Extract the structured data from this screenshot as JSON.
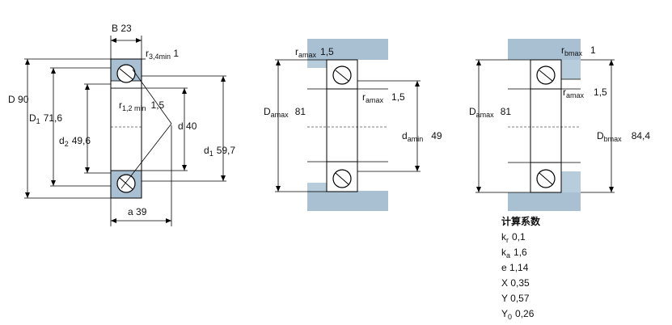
{
  "left": {
    "B": {
      "label": "B",
      "value": "23"
    },
    "r34": {
      "label": "r",
      "sub": "3,4min",
      "value": "1"
    },
    "r12": {
      "label": "r",
      "sub": "1,2 min",
      "value": "1,5"
    },
    "D": {
      "label": "D",
      "value": "90"
    },
    "D1": {
      "label": "D",
      "sub": "1",
      "value": "71,6"
    },
    "d2": {
      "label": "d",
      "sub": "2",
      "value": "49,6"
    },
    "d": {
      "label": "d",
      "value": "40"
    },
    "d1": {
      "label": "d",
      "sub": "1",
      "value": "59,7"
    },
    "a": {
      "label": "a",
      "value": "39"
    }
  },
  "middle": {
    "ra_top": {
      "label": "r",
      "sub": "amax",
      "value": "1,5"
    },
    "ra_side": {
      "label": "r",
      "sub": "amax",
      "value": "1,5"
    },
    "Da": {
      "label": "D",
      "sub": "amax",
      "value": "81"
    },
    "da": {
      "label": "d",
      "sub": "amin",
      "value": "49"
    }
  },
  "right": {
    "rb": {
      "label": "r",
      "sub": "bmax",
      "value": "1"
    },
    "ra": {
      "label": "r",
      "sub": "amax",
      "value": "1,5"
    },
    "Da": {
      "label": "D",
      "sub": "amax",
      "value": "81"
    },
    "Db": {
      "label": "D",
      "sub": "bmax",
      "value": "84,4"
    }
  },
  "factors": {
    "title": "计算系数",
    "kr": {
      "label": "k",
      "sub": "r",
      "value": "0,1"
    },
    "ka": {
      "label": "k",
      "sub": "a",
      "value": "1,6"
    },
    "e": {
      "label": "e",
      "value": "1,14"
    },
    "X": {
      "label": "X",
      "value": "0,35"
    },
    "Y": {
      "label": "Y",
      "value": "0,57"
    },
    "Y0": {
      "label": "Y",
      "sub": "0",
      "value": "0,26"
    }
  }
}
